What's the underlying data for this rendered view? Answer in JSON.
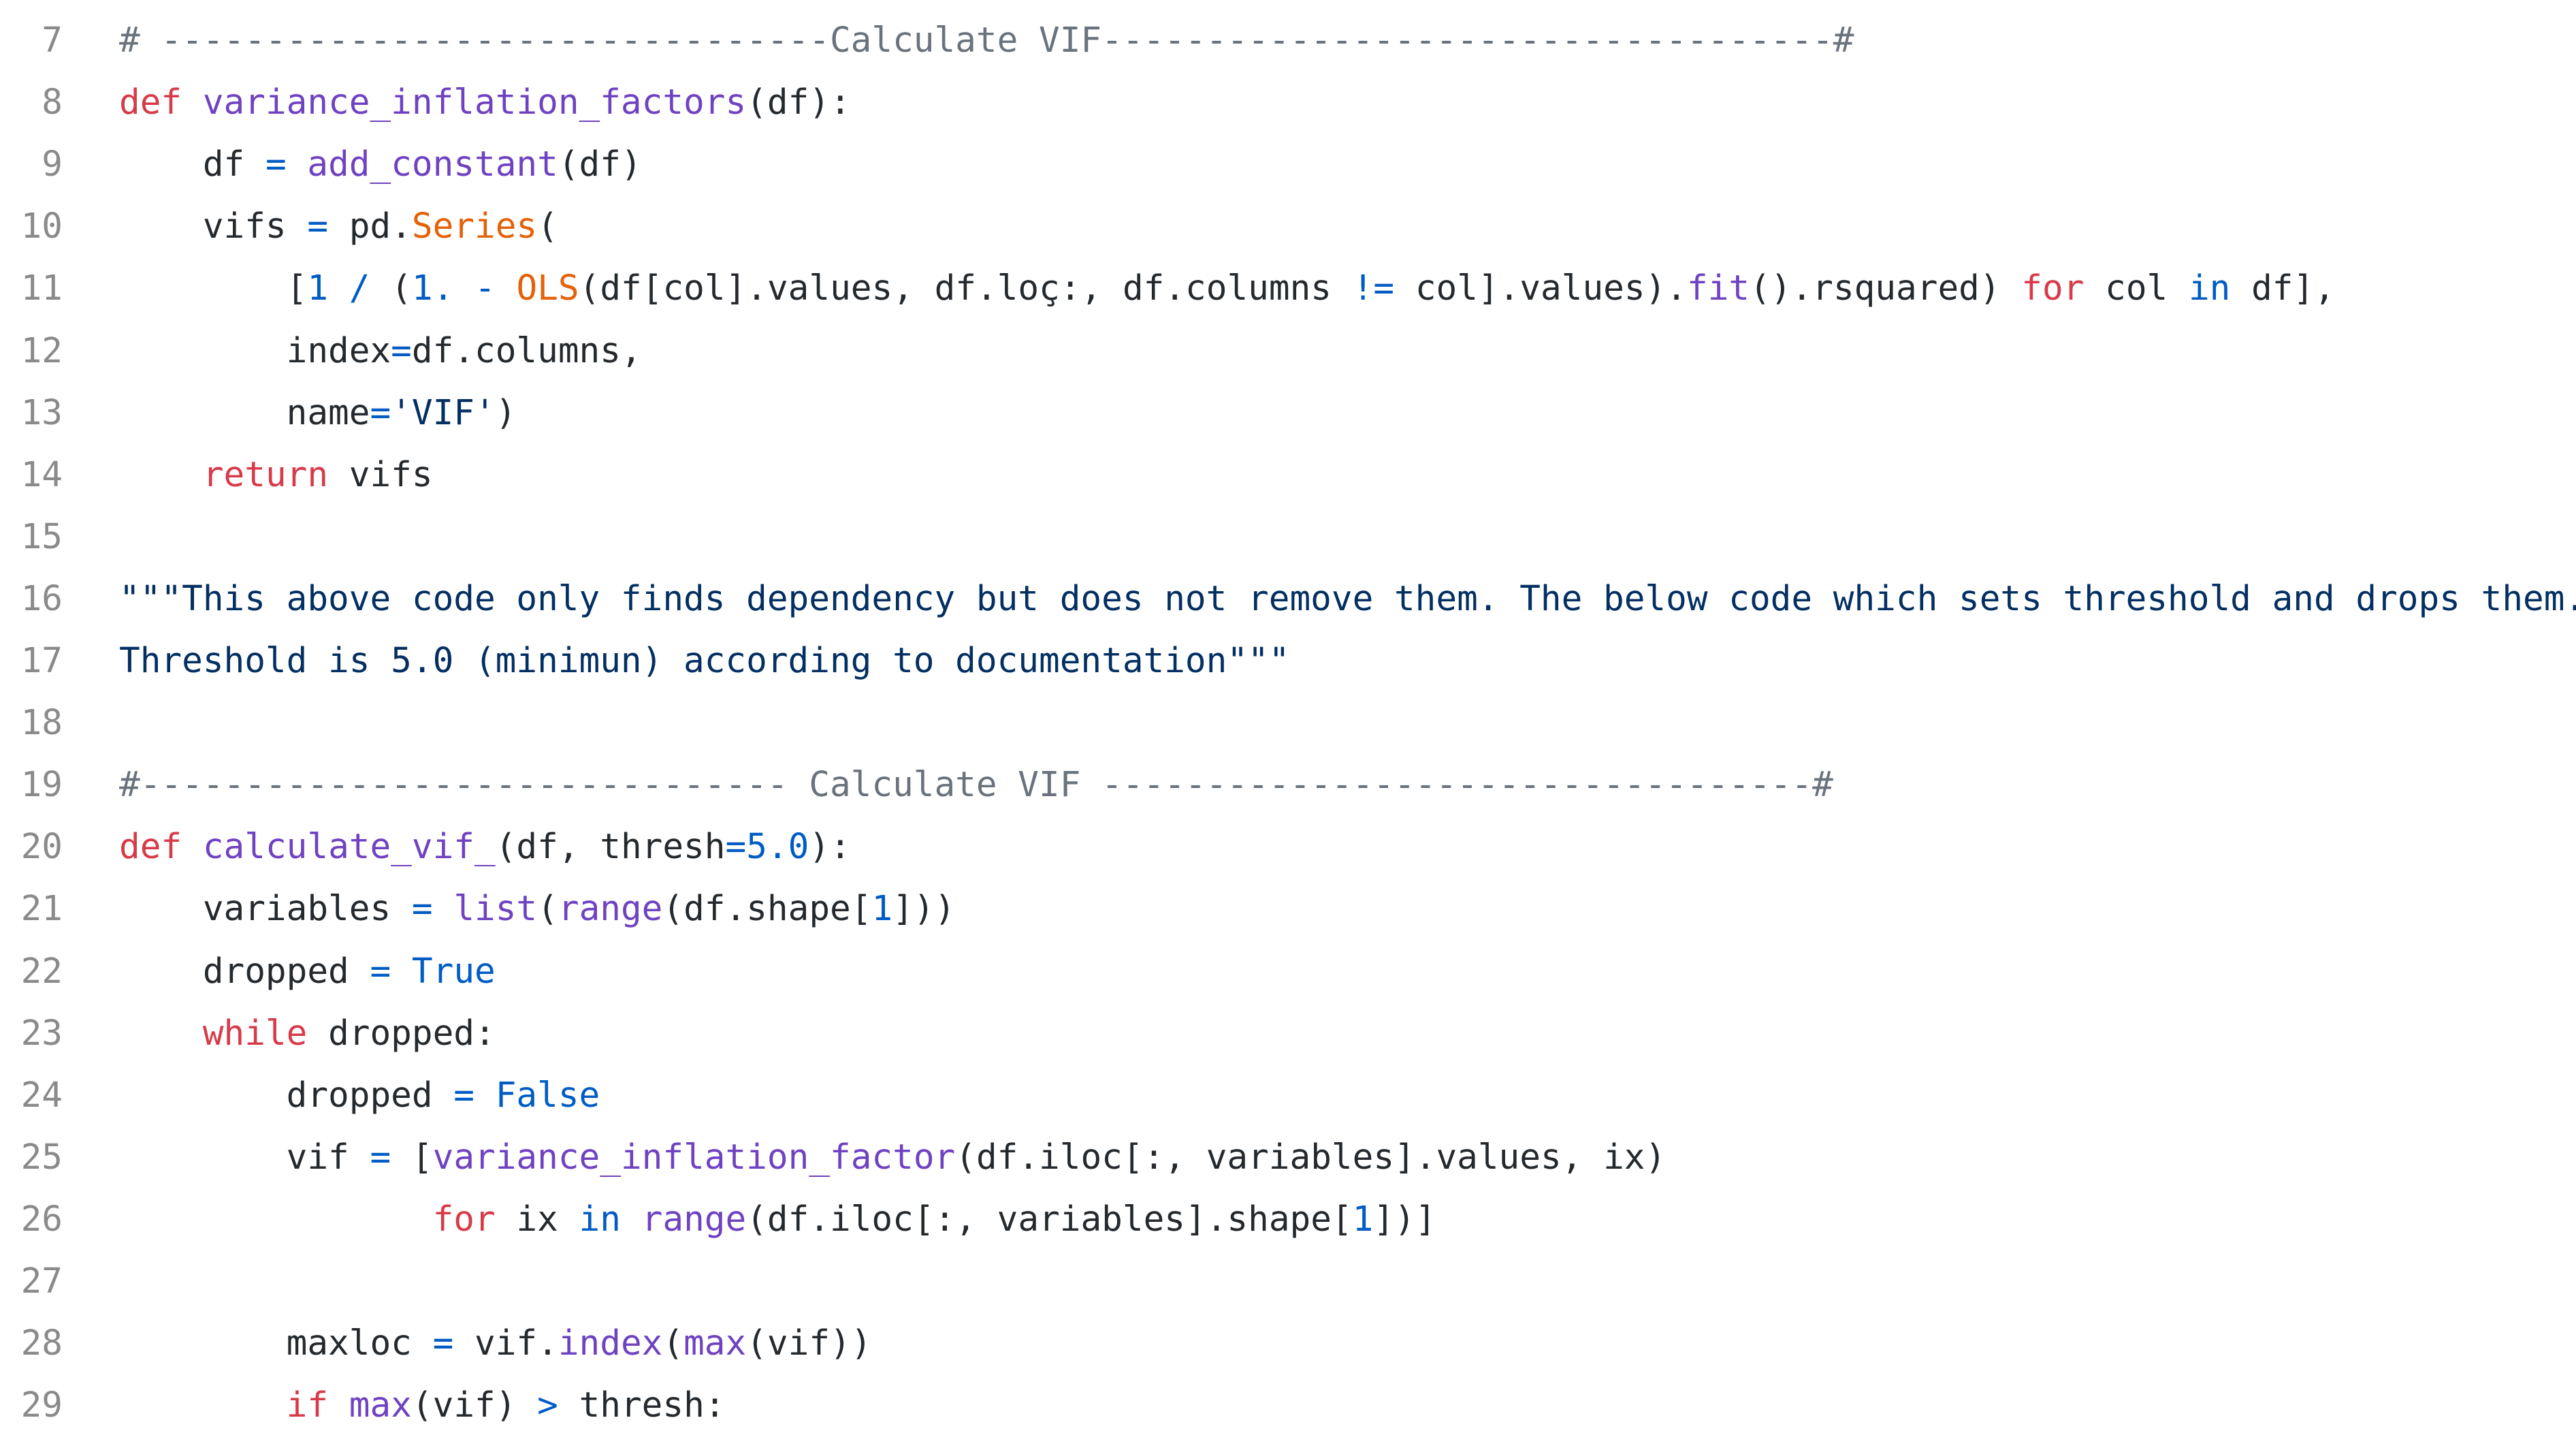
{
  "colors": {
    "background": "#ffffff",
    "line_number": "#8a8a8a",
    "comment": "#6a737d",
    "keyword": "#d73a49",
    "function": "#6f42c1",
    "class_name": "#e36209",
    "operator": "#005cc5",
    "number": "#005cc5",
    "constant": "#005cc5",
    "string": "#032f62",
    "identifier": "#24292e"
  },
  "lines": [
    {
      "number": "7",
      "tokens": [
        {
          "t": "cm",
          "v": "# --------------------------------Calculate VIF-----------------------------------#"
        }
      ]
    },
    {
      "number": "8",
      "tokens": [
        {
          "t": "kw",
          "v": "def"
        },
        {
          "t": "id",
          "v": " "
        },
        {
          "t": "fn",
          "v": "variance_inflation_factors"
        },
        {
          "t": "id",
          "v": "(df):"
        }
      ]
    },
    {
      "number": "9",
      "tokens": [
        {
          "t": "id",
          "v": "    df "
        },
        {
          "t": "op",
          "v": "="
        },
        {
          "t": "id",
          "v": " "
        },
        {
          "t": "fn",
          "v": "add_constant"
        },
        {
          "t": "id",
          "v": "(df)"
        }
      ]
    },
    {
      "number": "10",
      "tokens": [
        {
          "t": "id",
          "v": "    vifs "
        },
        {
          "t": "op",
          "v": "="
        },
        {
          "t": "id",
          "v": " pd."
        },
        {
          "t": "cl",
          "v": "Series"
        },
        {
          "t": "id",
          "v": "("
        }
      ]
    },
    {
      "number": "11",
      "tokens": [
        {
          "t": "id",
          "v": "        ["
        },
        {
          "t": "num",
          "v": "1"
        },
        {
          "t": "id",
          "v": " "
        },
        {
          "t": "op",
          "v": "/"
        },
        {
          "t": "id",
          "v": " ("
        },
        {
          "t": "num",
          "v": "1."
        },
        {
          "t": "id",
          "v": " "
        },
        {
          "t": "op",
          "v": "-"
        },
        {
          "t": "id",
          "v": " "
        },
        {
          "t": "cl",
          "v": "OLS"
        },
        {
          "t": "id",
          "v": "(df[col].values, df.loç:, df.columns "
        },
        {
          "t": "op",
          "v": "!="
        },
        {
          "t": "id",
          "v": " col].values)."
        },
        {
          "t": "fn",
          "v": "fit"
        },
        {
          "t": "id",
          "v": "().rsquared) "
        },
        {
          "t": "kw",
          "v": "for"
        },
        {
          "t": "id",
          "v": " col "
        },
        {
          "t": "op",
          "v": "in"
        },
        {
          "t": "id",
          "v": " df],"
        }
      ]
    },
    {
      "number": "12",
      "tokens": [
        {
          "t": "id",
          "v": "        index"
        },
        {
          "t": "op",
          "v": "="
        },
        {
          "t": "id",
          "v": "df.columns,"
        }
      ]
    },
    {
      "number": "13",
      "tokens": [
        {
          "t": "id",
          "v": "        name"
        },
        {
          "t": "op",
          "v": "="
        },
        {
          "t": "str",
          "v": "'VIF'"
        },
        {
          "t": "id",
          "v": ")"
        }
      ]
    },
    {
      "number": "14",
      "tokens": [
        {
          "t": "id",
          "v": "    "
        },
        {
          "t": "kw",
          "v": "return"
        },
        {
          "t": "id",
          "v": " vifs"
        }
      ]
    },
    {
      "number": "15",
      "tokens": []
    },
    {
      "number": "16",
      "tokens": [
        {
          "t": "str",
          "v": "\"\"\"This above code only finds dependency but does not remove them. The below code which sets threshold and drops them."
        }
      ]
    },
    {
      "number": "17",
      "tokens": [
        {
          "t": "str",
          "v": "Threshold is 5.0 (minimun) according to documentation\"\"\""
        }
      ]
    },
    {
      "number": "18",
      "tokens": []
    },
    {
      "number": "19",
      "tokens": [
        {
          "t": "cm",
          "v": "#------------------------------- Calculate VIF ----------------------------------#"
        }
      ]
    },
    {
      "number": "20",
      "tokens": [
        {
          "t": "kw",
          "v": "def"
        },
        {
          "t": "id",
          "v": " "
        },
        {
          "t": "fn",
          "v": "calculate_vif_"
        },
        {
          "t": "id",
          "v": "(df, thresh"
        },
        {
          "t": "op",
          "v": "="
        },
        {
          "t": "num",
          "v": "5.0"
        },
        {
          "t": "id",
          "v": "):"
        }
      ]
    },
    {
      "number": "21",
      "tokens": [
        {
          "t": "id",
          "v": "    variables "
        },
        {
          "t": "op",
          "v": "="
        },
        {
          "t": "id",
          "v": " "
        },
        {
          "t": "bi",
          "v": "list"
        },
        {
          "t": "id",
          "v": "("
        },
        {
          "t": "bi",
          "v": "range"
        },
        {
          "t": "id",
          "v": "(df.shape["
        },
        {
          "t": "num",
          "v": "1"
        },
        {
          "t": "id",
          "v": "]))"
        }
      ]
    },
    {
      "number": "22",
      "tokens": [
        {
          "t": "id",
          "v": "    dropped "
        },
        {
          "t": "op",
          "v": "="
        },
        {
          "t": "id",
          "v": " "
        },
        {
          "t": "kc",
          "v": "True"
        }
      ]
    },
    {
      "number": "23",
      "tokens": [
        {
          "t": "id",
          "v": "    "
        },
        {
          "t": "kw",
          "v": "while"
        },
        {
          "t": "id",
          "v": " dropped:"
        }
      ]
    },
    {
      "number": "24",
      "tokens": [
        {
          "t": "id",
          "v": "        dropped "
        },
        {
          "t": "op",
          "v": "="
        },
        {
          "t": "id",
          "v": " "
        },
        {
          "t": "kc",
          "v": "False"
        }
      ]
    },
    {
      "number": "25",
      "tokens": [
        {
          "t": "id",
          "v": "        vif "
        },
        {
          "t": "op",
          "v": "="
        },
        {
          "t": "id",
          "v": " ["
        },
        {
          "t": "fn",
          "v": "variance_inflation_factor"
        },
        {
          "t": "id",
          "v": "(df.iloc[:, variables].values, ix)"
        }
      ]
    },
    {
      "number": "26",
      "tokens": [
        {
          "t": "id",
          "v": "               "
        },
        {
          "t": "kw",
          "v": "for"
        },
        {
          "t": "id",
          "v": " ix "
        },
        {
          "t": "op",
          "v": "in"
        },
        {
          "t": "id",
          "v": " "
        },
        {
          "t": "bi",
          "v": "range"
        },
        {
          "t": "id",
          "v": "(df.iloc[:, variables].shape["
        },
        {
          "t": "num",
          "v": "1"
        },
        {
          "t": "id",
          "v": "])]"
        }
      ]
    },
    {
      "number": "27",
      "tokens": []
    },
    {
      "number": "28",
      "tokens": [
        {
          "t": "id",
          "v": "        maxloc "
        },
        {
          "t": "op",
          "v": "="
        },
        {
          "t": "id",
          "v": " vif."
        },
        {
          "t": "fn",
          "v": "index"
        },
        {
          "t": "id",
          "v": "("
        },
        {
          "t": "bi",
          "v": "max"
        },
        {
          "t": "id",
          "v": "(vif))"
        }
      ]
    },
    {
      "number": "29",
      "tokens": [
        {
          "t": "id",
          "v": "        "
        },
        {
          "t": "kw",
          "v": "if"
        },
        {
          "t": "id",
          "v": " "
        },
        {
          "t": "bi",
          "v": "max"
        },
        {
          "t": "id",
          "v": "(vif) "
        },
        {
          "t": "op",
          "v": ">"
        },
        {
          "t": "id",
          "v": " thresh:"
        }
      ]
    }
  ]
}
